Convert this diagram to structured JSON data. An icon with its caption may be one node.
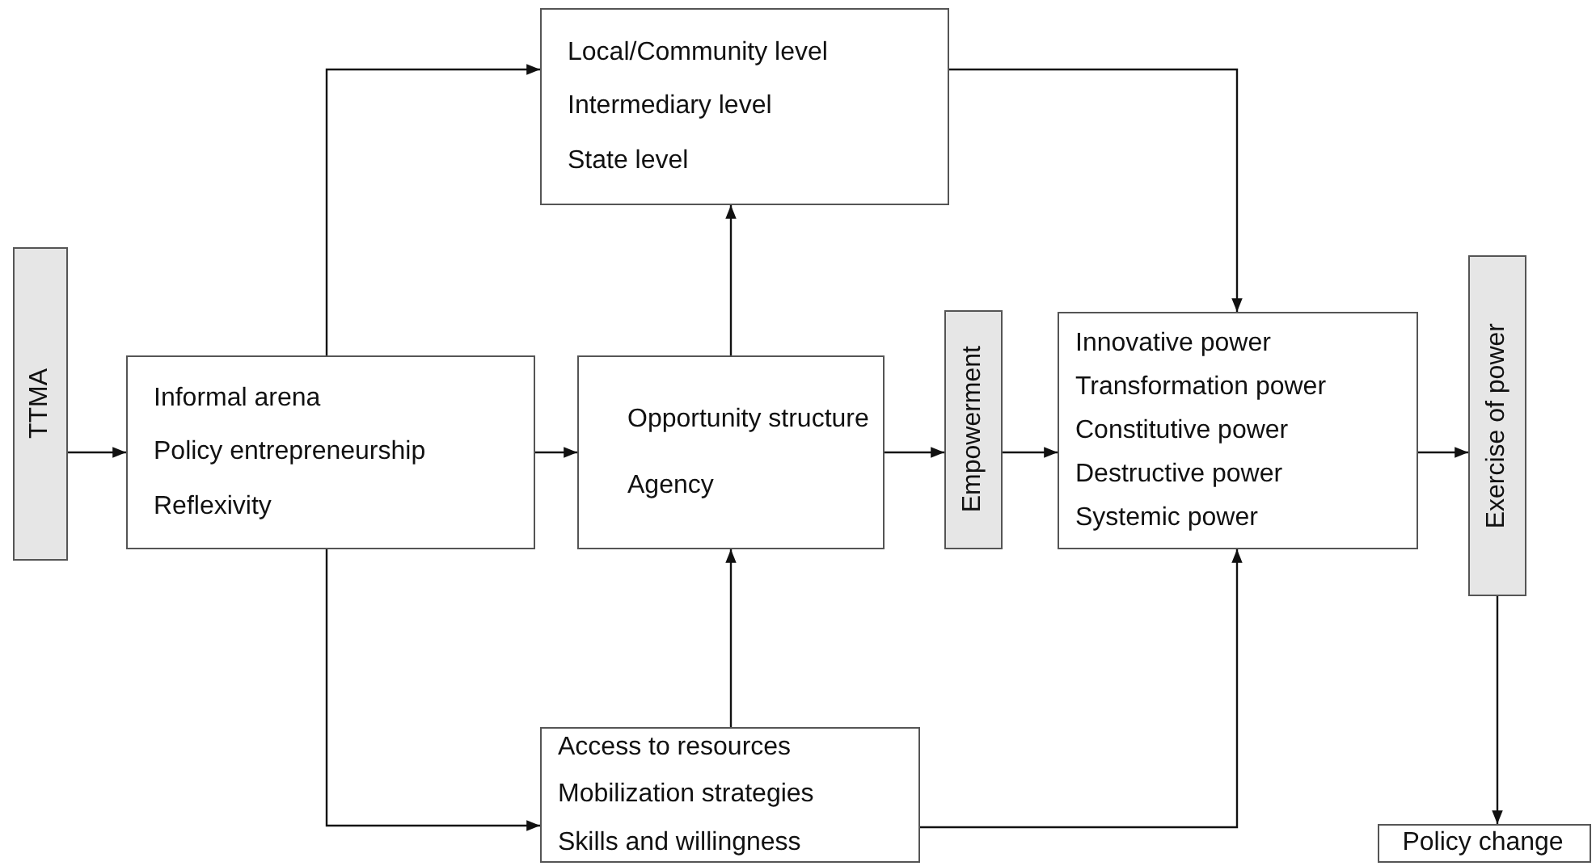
{
  "diagram": {
    "nodes": [
      {
        "text": [
          "TTMA"
        ]
      },
      {
        "text": [
          "Informal arena",
          "Policy entrepreneurship",
          "Reflexivity"
        ]
      },
      {
        "text": [
          "Local/Community level",
          "Intermediary level",
          "State level"
        ]
      },
      {
        "text": [
          "Opportunity structure",
          "Agency"
        ]
      },
      {
        "text": [
          "Access to resources",
          "Mobilization strategies",
          "Skills and willingness"
        ]
      },
      {
        "text": [
          "Empowerment"
        ]
      },
      {
        "text": [
          "Innovative power",
          "Transformation power",
          "Constitutive power",
          "Destructive power",
          "Systemic power"
        ]
      },
      {
        "text": [
          "Exercise of power"
        ]
      },
      {
        "text": [
          "Policy change"
        ]
      }
    ],
    "edges": [
      {
        "from": 0,
        "to": 1,
        "arrow": "to"
      },
      {
        "from": 1,
        "to": 2,
        "arrow": "to"
      },
      {
        "from": 1,
        "to": 3,
        "arrow": "to"
      },
      {
        "from": 1,
        "to": 4,
        "arrow": "to"
      },
      {
        "from": 3,
        "to": 2,
        "arrow": "to"
      },
      {
        "from": 4,
        "to": 3,
        "arrow": "to"
      },
      {
        "from": 3,
        "to": 5,
        "arrow": "to"
      },
      {
        "from": 5,
        "to": 6,
        "arrow": "to"
      },
      {
        "from": 2,
        "to": 6,
        "arrow": "to"
      },
      {
        "from": 4,
        "to": 6,
        "arrow": "to"
      },
      {
        "from": 6,
        "to": 7,
        "arrow": "to"
      },
      {
        "from": 7,
        "to": 8,
        "arrow": "to"
      }
    ]
  }
}
